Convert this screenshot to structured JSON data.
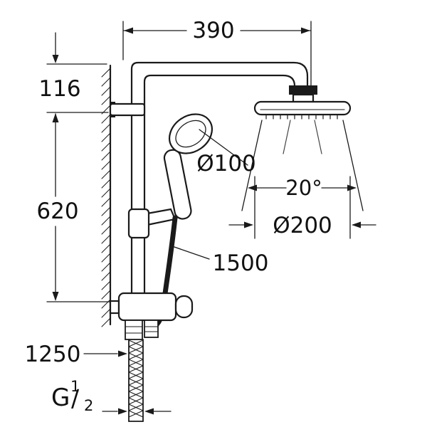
{
  "colors": {
    "line": "#1a1a1a",
    "text": "#111111",
    "background": "#ffffff"
  },
  "diagram": {
    "labels": {
      "w390": "390",
      "h116": "116",
      "h620": "620",
      "d100": "Ø100",
      "angle": "20°",
      "d200": "Ø200",
      "hose": "1500",
      "inlet": "1250",
      "thread_g": "G",
      "thread_num": "1",
      "thread_slash": "/",
      "thread_den": "2"
    }
  }
}
